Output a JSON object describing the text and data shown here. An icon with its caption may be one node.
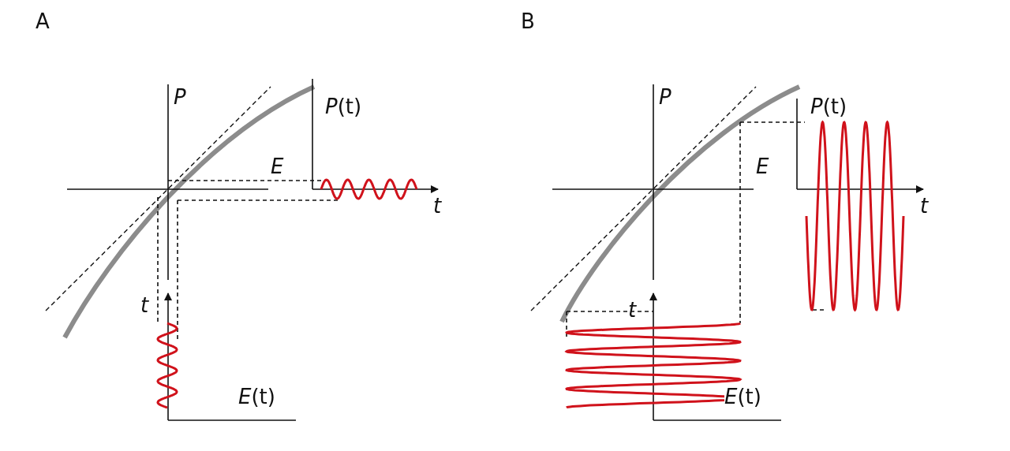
{
  "diagram": {
    "labels": [
      "A",
      "P",
      "*P*(t)",
      "E",
      "t",
      "t",
      "*E*(t)",
      "B",
      "P",
      "*P*(t)",
      "E",
      "t",
      "t",
      "*E*(t)"
    ]
  }
}
